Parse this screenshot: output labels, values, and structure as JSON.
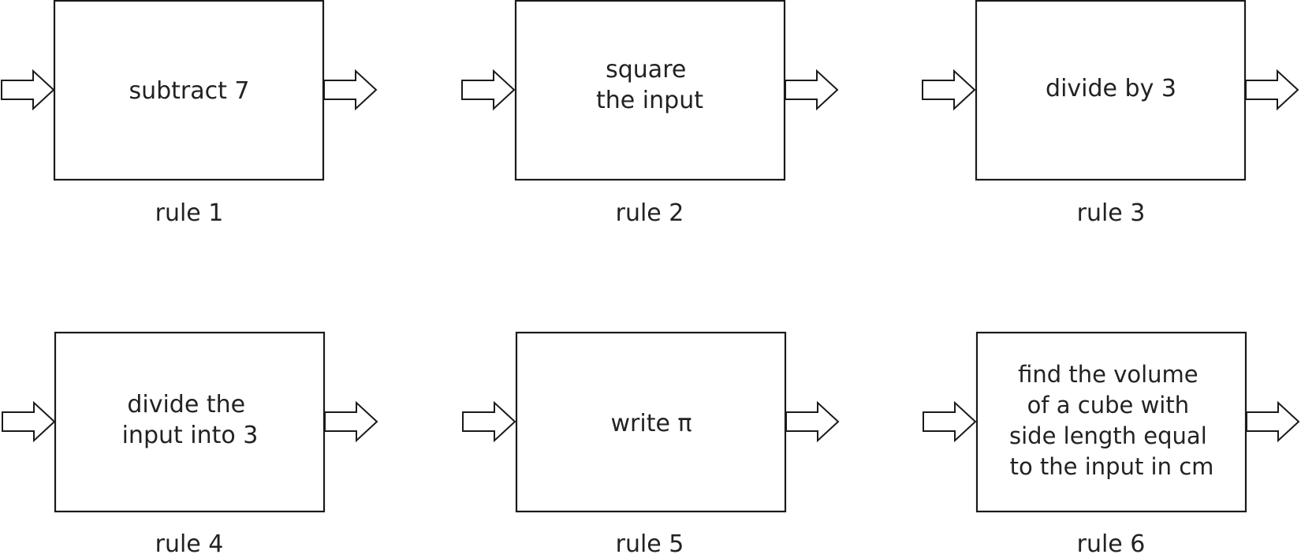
{
  "rules": [
    {
      "label": "rule 1",
      "lines": [
        "subtract 7"
      ]
    },
    {
      "label": "rule 2",
      "lines": [
        "square",
        "the input"
      ]
    },
    {
      "label": "rule 3",
      "lines": [
        "divide by 3"
      ]
    },
    {
      "label": "rule 4",
      "lines": [
        "divide the",
        "input into 3"
      ]
    },
    {
      "label": "rule 5",
      "lines": [
        "write π"
      ]
    },
    {
      "label": "rule 6",
      "lines": [
        "find the volume",
        "of a cube with",
        "side length equal",
        "to the input in cm"
      ]
    }
  ]
}
